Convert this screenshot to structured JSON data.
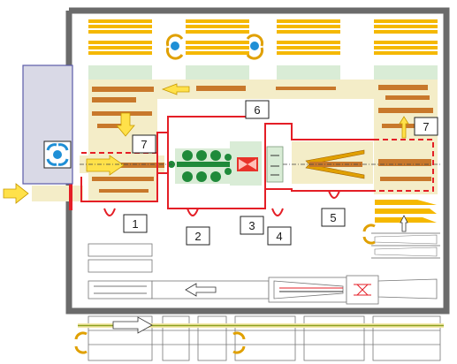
{
  "labels": {
    "zone_1": "1",
    "zone_2": "2",
    "zone_3": "3",
    "zone_4": "4",
    "zone_5": "5",
    "zone_6": "6",
    "zone_7_left": "7",
    "zone_7_right": "7"
  },
  "colors": {
    "wall": "#6b6b6b",
    "conveyor": "#f4edc8",
    "station": "#d9ecd6",
    "material": "#c8782b",
    "stock_yellow": "#f5b800",
    "arrow_yellow": "#ffe14a",
    "boundary_red": "#e41e26",
    "machine_green": "#1f8a3a",
    "heater_red": "#e8322a",
    "crane_blue": "#1f8fd6",
    "cabinet": "#d9d9e6",
    "cabinet_border": "#5b5ba8"
  }
}
